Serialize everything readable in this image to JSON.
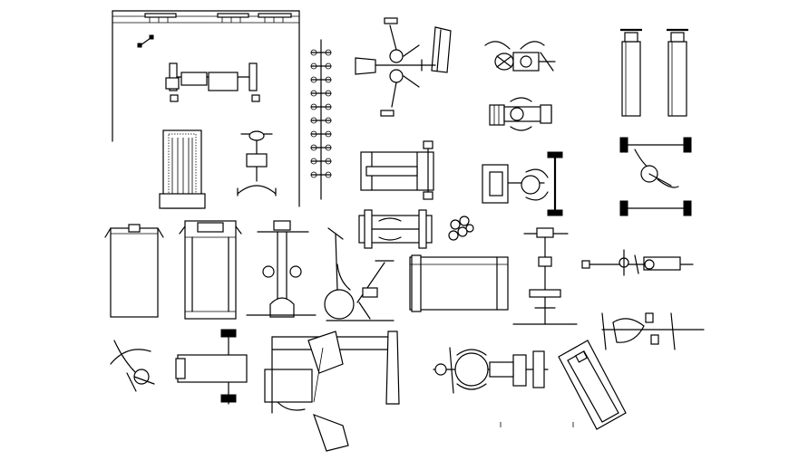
{
  "drawing": {
    "background": "#ffffff",
    "line_color": "#000000",
    "equipment": [
      "room-plan",
      "dumbbell-rack",
      "multi-station",
      "seated-machine",
      "seated-machine-2",
      "standing-weights",
      "treadmill-texture",
      "upright-bike-top",
      "flat-bench",
      "bench-press-figure",
      "barbell-curl",
      "treadmill-1",
      "treadmill-2",
      "elliptical",
      "spin-bike",
      "bench-top",
      "kettlebells",
      "stair-climber",
      "rowing-machine",
      "leg-press",
      "ab-machine",
      "cable-crossover",
      "chest-press-figure",
      "incline-board",
      "leg-extension"
    ]
  }
}
